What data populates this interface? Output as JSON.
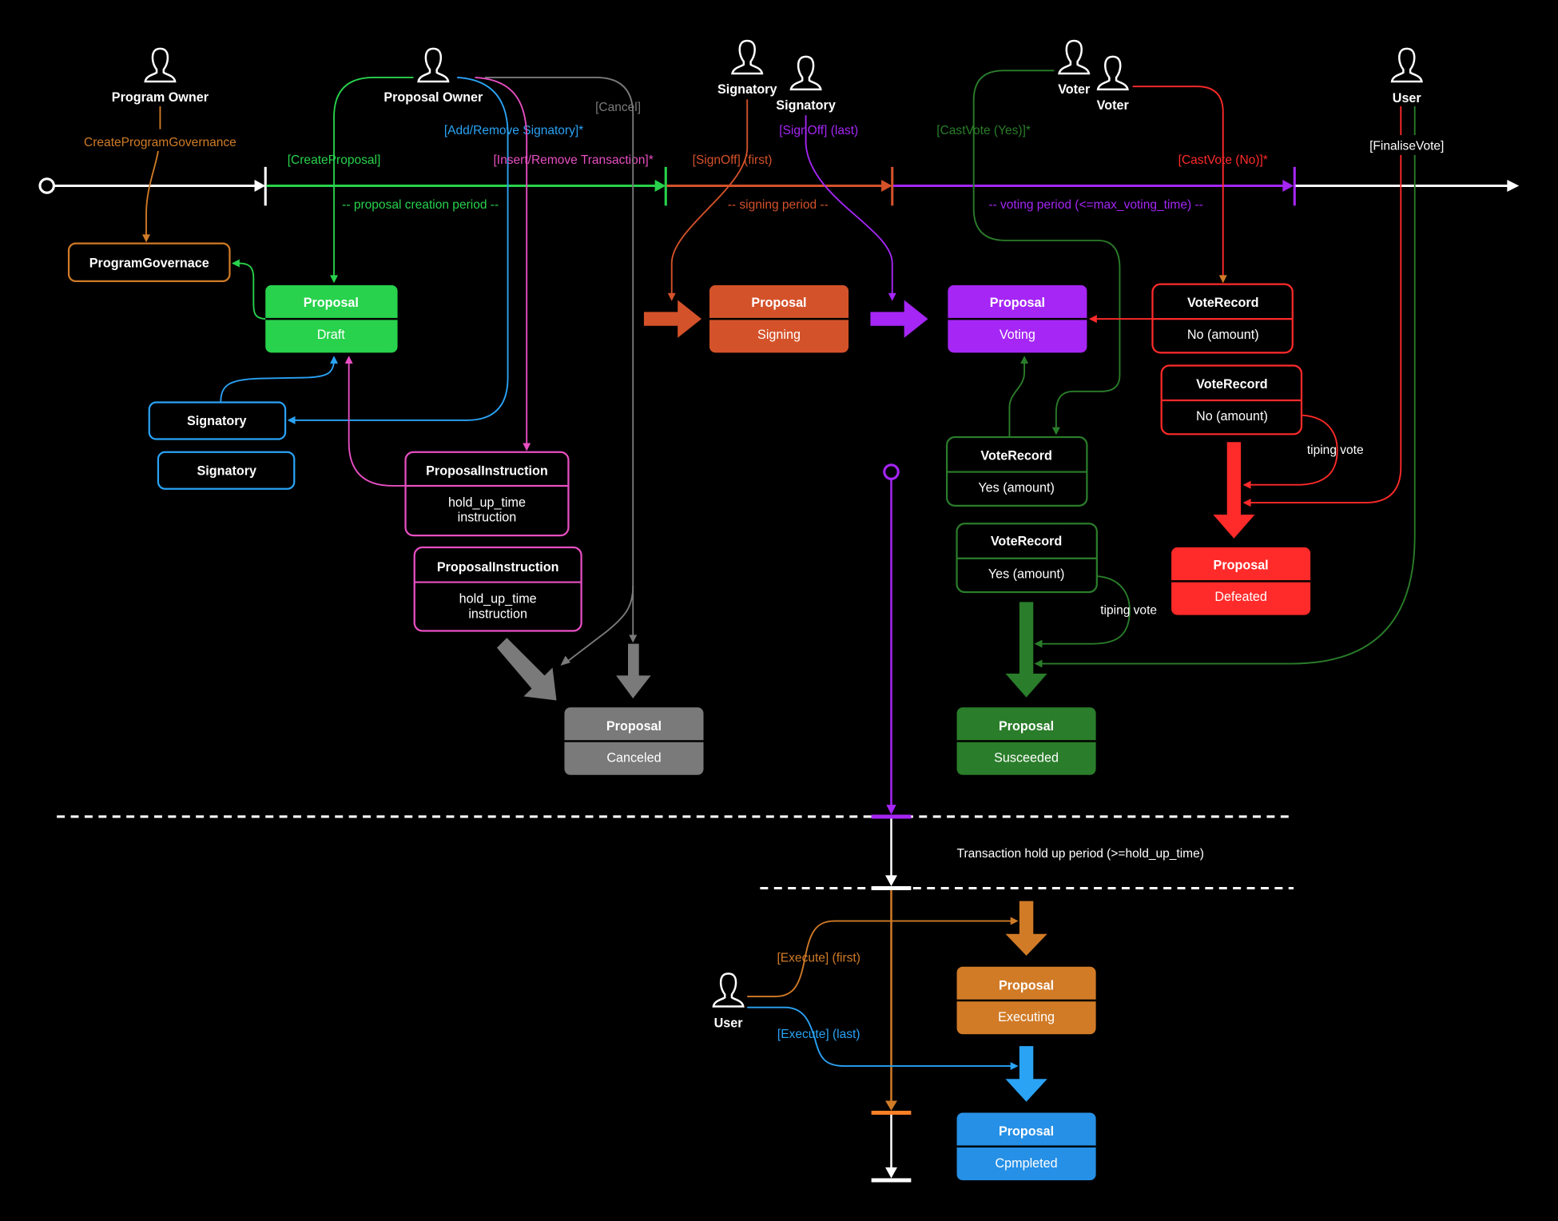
{
  "colors": {
    "white": "#ffffff",
    "green": "#28d24c",
    "dark_green": "#2a7d2a",
    "orange": "#d17b27",
    "signing": "#d4522a",
    "purple": "#a526f5",
    "red": "#ff2a2a",
    "blue": "#2aa3f5",
    "pink": "#e84fc2",
    "gray": "#7a7a7a",
    "completed": "#2590e6"
  },
  "actors": {
    "program_owner": "Program Owner",
    "proposal_owner": "Proposal Owner",
    "signatory_1": "Signatory",
    "signatory_2": "Signatory",
    "voter_1": "Voter",
    "voter_2": "Voter",
    "user_finalise": "User",
    "user_execute": "User"
  },
  "transitions": {
    "create_program_governance": "CreateProgramGovernance",
    "create_proposal": "[CreateProposal]",
    "add_remove_signatory": "[Add/Remove Signatory]*",
    "insert_remove_transaction": "[Insert/Remove Transaction]*",
    "cancel": "[Cancel]",
    "signoff_first": "[SignOff] (first)",
    "signoff_last": "[SignOff] (last)",
    "cast_vote_yes": "[CastVote (Yes)]*",
    "cast_vote_no": "[CastVote (No)]*",
    "finalise_vote": "[FinaliseVote]",
    "tiping_vote_no": "tiping vote",
    "tiping_vote_yes": "tiping vote",
    "execute_first": "[Execute] (first)",
    "execute_last": "[Execute] (last)"
  },
  "periods": {
    "creation": "-- proposal creation period --",
    "signing": "-- signing period --",
    "voting": "-- voting period (<=max_voting_time) --",
    "hold_up": "Transaction hold up period (>=hold_up_time)"
  },
  "entities": {
    "program_governance": "ProgramGovernace",
    "signatory_a": "Signatory",
    "signatory_b": "Signatory",
    "proposal_instruction_a": {
      "title": "ProposalInstruction",
      "line1": "hold_up_time",
      "line2": "instruction"
    },
    "proposal_instruction_b": {
      "title": "ProposalInstruction",
      "line1": "hold_up_time",
      "line2": "instruction"
    },
    "vote_record_no_a": {
      "title": "VoteRecord",
      "value": "No (amount)"
    },
    "vote_record_no_b": {
      "title": "VoteRecord",
      "value": "No (amount)"
    },
    "vote_record_yes_a": {
      "title": "VoteRecord",
      "value": "Yes (amount)"
    },
    "vote_record_yes_b": {
      "title": "VoteRecord",
      "value": "Yes (amount)"
    }
  },
  "states": {
    "draft": {
      "title": "Proposal",
      "state": "Draft"
    },
    "signing": {
      "title": "Proposal",
      "state": "Signing"
    },
    "voting": {
      "title": "Proposal",
      "state": "Voting"
    },
    "canceled": {
      "title": "Proposal",
      "state": "Canceled"
    },
    "succeeded": {
      "title": "Proposal",
      "state": "Susceeded"
    },
    "defeated": {
      "title": "Proposal",
      "state": "Defeated"
    },
    "executing": {
      "title": "Proposal",
      "state": "Executing"
    },
    "completed": {
      "title": "Proposal",
      "state": "Cpmpleted"
    }
  }
}
